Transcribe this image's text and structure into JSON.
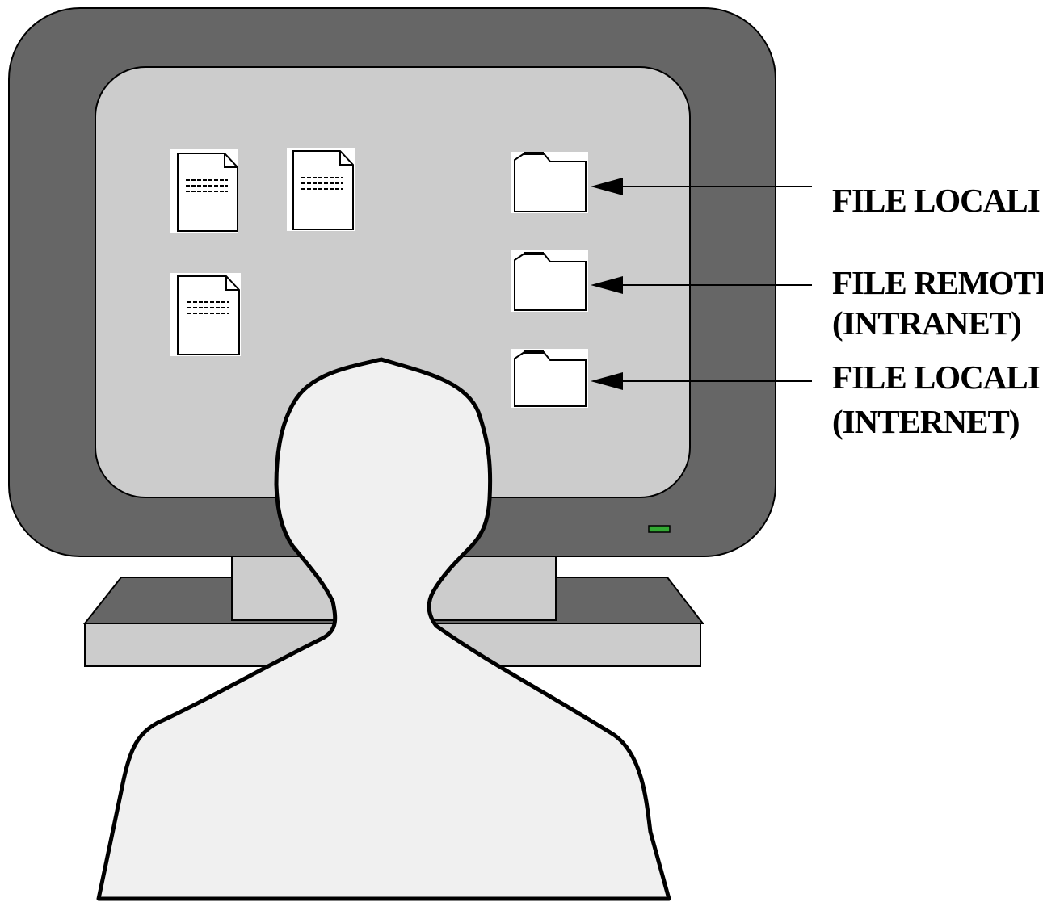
{
  "labels": {
    "folder1_line1": "FILE LOCALI",
    "folder2_line1": "FILE REMOTI",
    "folder2_line2": "(INTRANET)",
    "folder3_line1": "FILE LOCALI",
    "folder3_line2": "(INTERNET)"
  },
  "colors": {
    "monitor_bezel": "#666666",
    "screen": "#cccccc",
    "stand": "#cccccc",
    "person": "#f0f0f0",
    "power_led": "#33aa33"
  }
}
